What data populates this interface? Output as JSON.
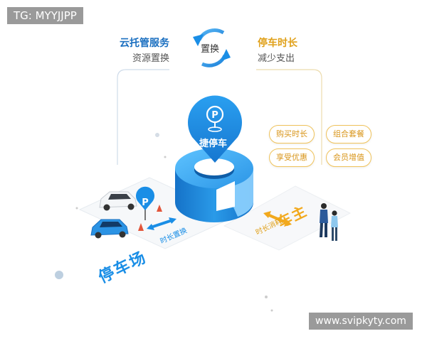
{
  "watermarks": {
    "top_left": "TG: MYYJJPP",
    "bottom_right": "www.svipkyty.com"
  },
  "cycle": {
    "center_label": "置换"
  },
  "left_heading": {
    "title": "云托管服务",
    "subtitle": "资源置换"
  },
  "right_heading": {
    "title": "停车时长",
    "subtitle": "减少支出"
  },
  "center_badge": {
    "label": "捷停车",
    "icon": "parking-pin-icon"
  },
  "options": [
    "购买时长",
    "组合套餐",
    "享受优惠",
    "会员增值"
  ],
  "parking_lot": {
    "label": "停车场",
    "arrow_label": "时长置换",
    "sign": "P"
  },
  "car_owner": {
    "label": "车主",
    "arrow_label": "时长消耗"
  },
  "colors": {
    "brand_blue": "#1a8ee6",
    "accent_orange": "#f2a91d",
    "pill_border": "#f0c35b"
  }
}
